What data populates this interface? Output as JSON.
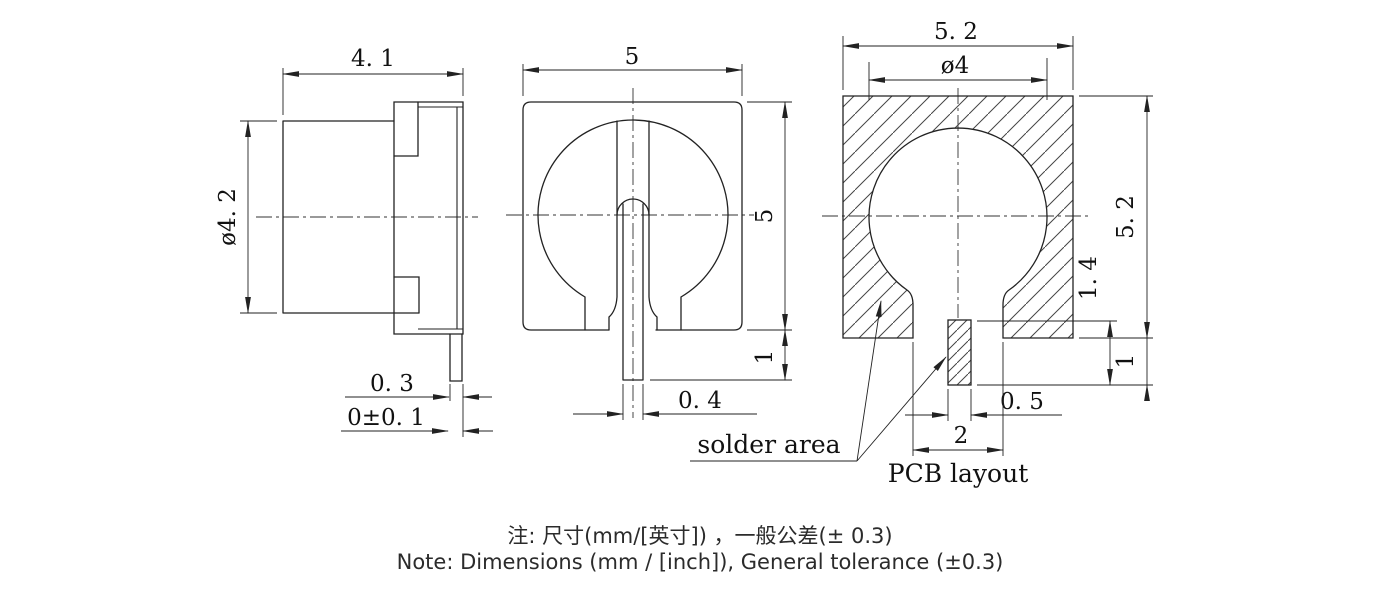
{
  "colors": {
    "background": "#ffffff",
    "line": "#222222",
    "text": "#111111",
    "note_text": "#2b2b2b"
  },
  "views": {
    "side_view": {
      "dims": {
        "width": "4. 1",
        "body_diameter": "ø4. 2",
        "pin_thickness": "0. 3",
        "pin_flush": "0±0. 1"
      }
    },
    "front_view": {
      "dims": {
        "width": "5",
        "height": "5",
        "pin_protrusion": "1",
        "pin_width": "0. 4"
      }
    },
    "pcb_view": {
      "title": "PCB layout",
      "solder_area_label": "solder area",
      "dims": {
        "board_width": "5. 2",
        "hole_diameter": "ø4",
        "board_height": "5. 2",
        "pad_length": "1. 4",
        "pad_protrusion": "1",
        "pad_width": "0. 5",
        "slot_width": "2"
      }
    }
  },
  "notes": {
    "line1": "注: 尺寸(mm/[英寸]) ，一般公差(± 0.3)",
    "line2": "Note: Dimensions (mm / [inch]), General tolerance (±0.3)"
  }
}
